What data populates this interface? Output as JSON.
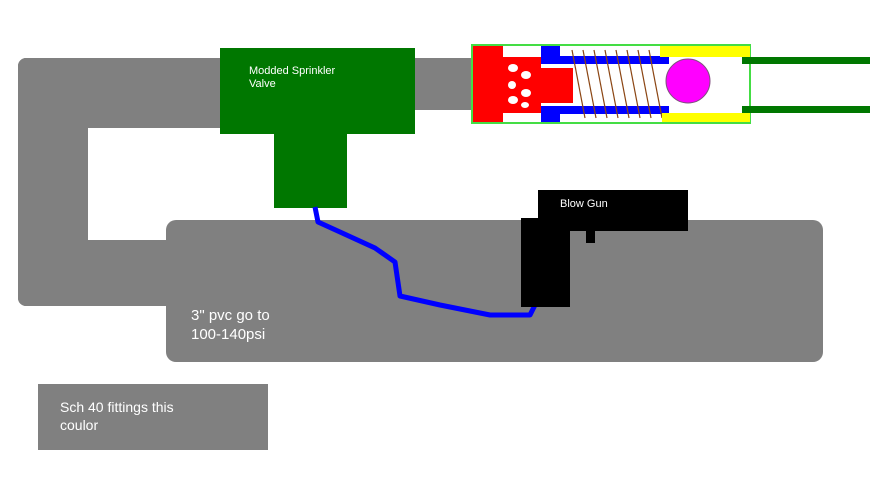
{
  "labels": {
    "valve": "Modded Sprinkler\nValve",
    "blow_gun": "Blow Gun",
    "tank": "3\" pvc go to\n100-140psi",
    "legend": "Sch 40 fittings this\ncoulor"
  },
  "colors": {
    "pvc": "#808080",
    "valve": "#007700",
    "hose": "#0000ff",
    "gun": "#000000",
    "piston": "#ff0000",
    "seal": "#0000ff",
    "sleeve": "#ffff00",
    "ball": "#ff00ff",
    "barrel": "#007700"
  }
}
